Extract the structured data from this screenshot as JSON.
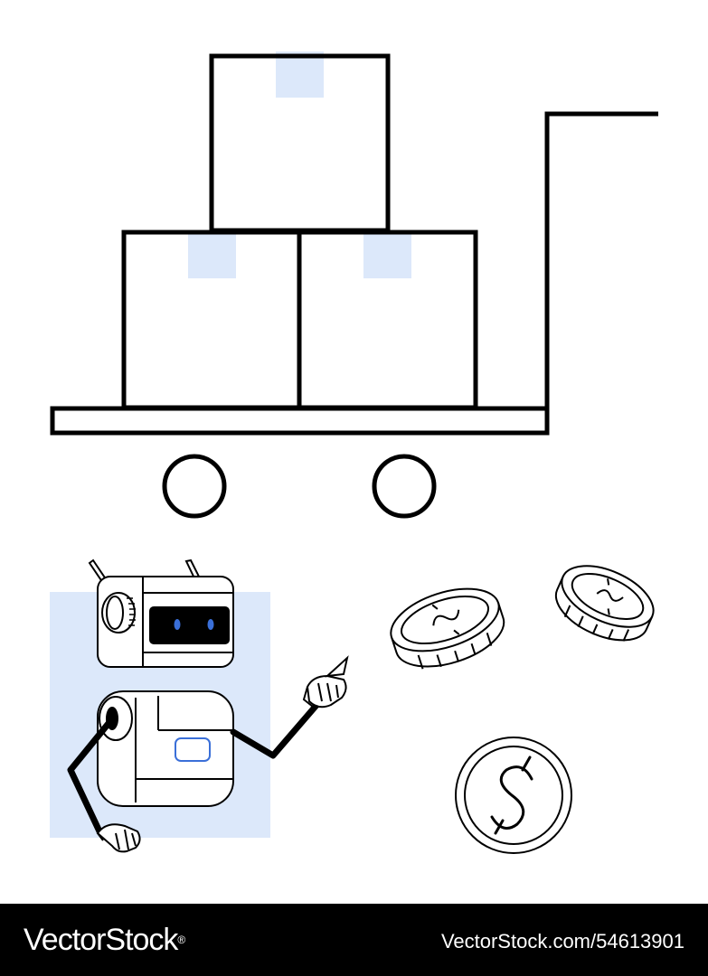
{
  "illustration": {
    "subject": "cart-with-boxes-robot-and-coins",
    "colors": {
      "stroke": "#000000",
      "accent": "#dce8fa",
      "robot_eye": "#3a6fd8",
      "background": "#ffffff"
    },
    "icons": [
      "hand-truck-icon",
      "box-icon",
      "robot-icon",
      "coin-icon",
      "dollar-coin-icon"
    ]
  },
  "footer": {
    "brand": "VectorStock",
    "registered_mark": "®",
    "reference": "VectorStock.com/54613901",
    "background": "#000000",
    "text_color": "#ffffff"
  }
}
